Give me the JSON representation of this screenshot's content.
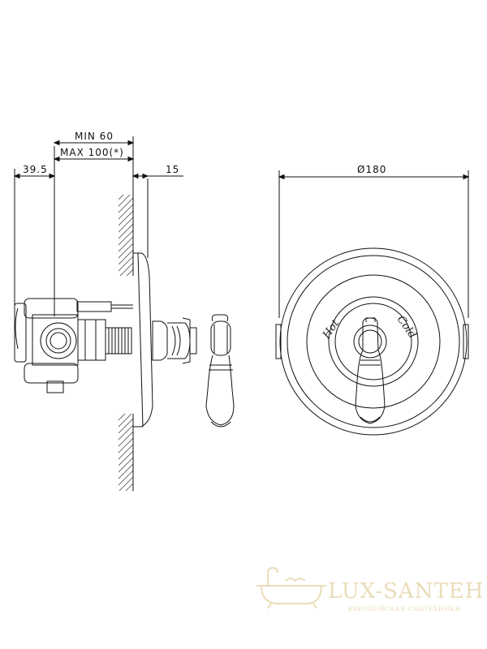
{
  "dimensions": {
    "min_depth": "MIN 60",
    "max_depth": "MAX 100(*)",
    "left_offset": "39.5",
    "plate_thickness": "15",
    "diameter": "Ø180"
  },
  "front_view": {
    "hot_label": "Hot",
    "cold_label": "Cold"
  },
  "watermark": {
    "brand": "LUX-SANTEH",
    "tagline": "ЕВРОПЕЙСКАЯ САНТЕХНИКА"
  },
  "colors": {
    "line": "#111111",
    "watermark": "#e8d6ad"
  }
}
